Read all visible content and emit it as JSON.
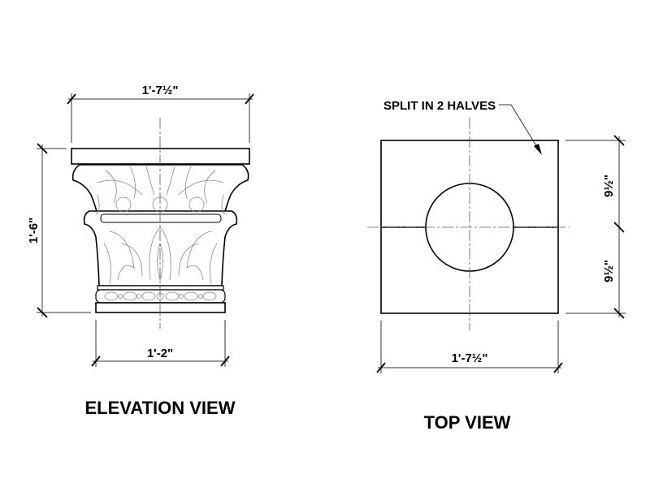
{
  "elevation_view": {
    "title": "ELEVATION VIEW",
    "dim_top_width": "1'-7½\"",
    "dim_height": "1'-6\"",
    "dim_bottom_width": "1'-2\""
  },
  "top_view": {
    "title": "TOP VIEW",
    "note": "SPLIT IN 2 HALVES",
    "dim_upper_half": "9½\"",
    "dim_lower_half": "9½\"",
    "dim_width": "1'-7½\""
  }
}
